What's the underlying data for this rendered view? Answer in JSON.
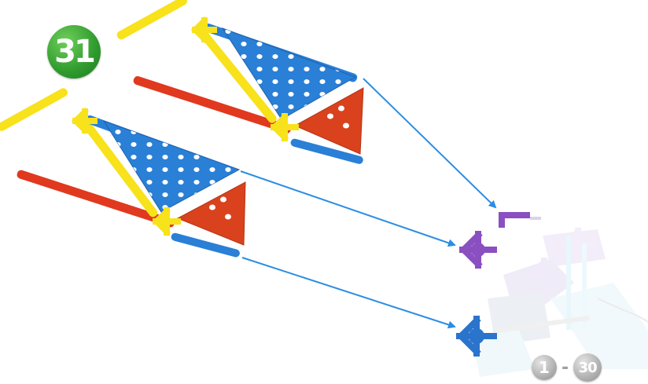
{
  "step": {
    "number": "31",
    "color": "#2f9a2e"
  },
  "range": {
    "start": "1",
    "separator": "-",
    "end": "30"
  },
  "colors": {
    "yellow_rod": "#f7e21b",
    "red_rod": "#e0391f",
    "blue_panel": "#2a7fd6",
    "red_panel": "#d9421c",
    "purple_connector": "#8a4fc0",
    "blue_connector": "#2b74cc",
    "arrow": "#2b8de3"
  },
  "icons": {
    "upper_assembly": "triangle-frame-assembly",
    "lower_assembly": "triangle-frame-assembly",
    "purple_connector": "purple-star-connector",
    "blue_connector": "blue-star-connector",
    "arrow": "blue-arrow"
  }
}
